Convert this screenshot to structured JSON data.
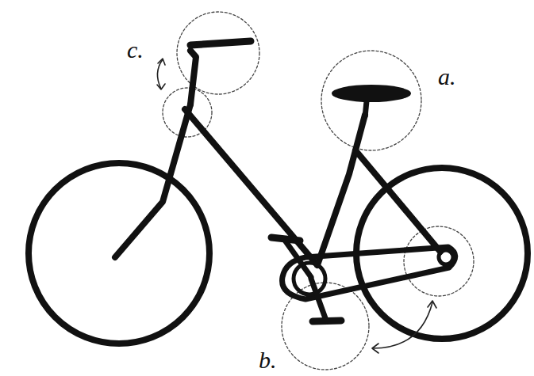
{
  "diagram": {
    "labels": [
      "c.",
      "a.",
      "b."
    ]
  }
}
